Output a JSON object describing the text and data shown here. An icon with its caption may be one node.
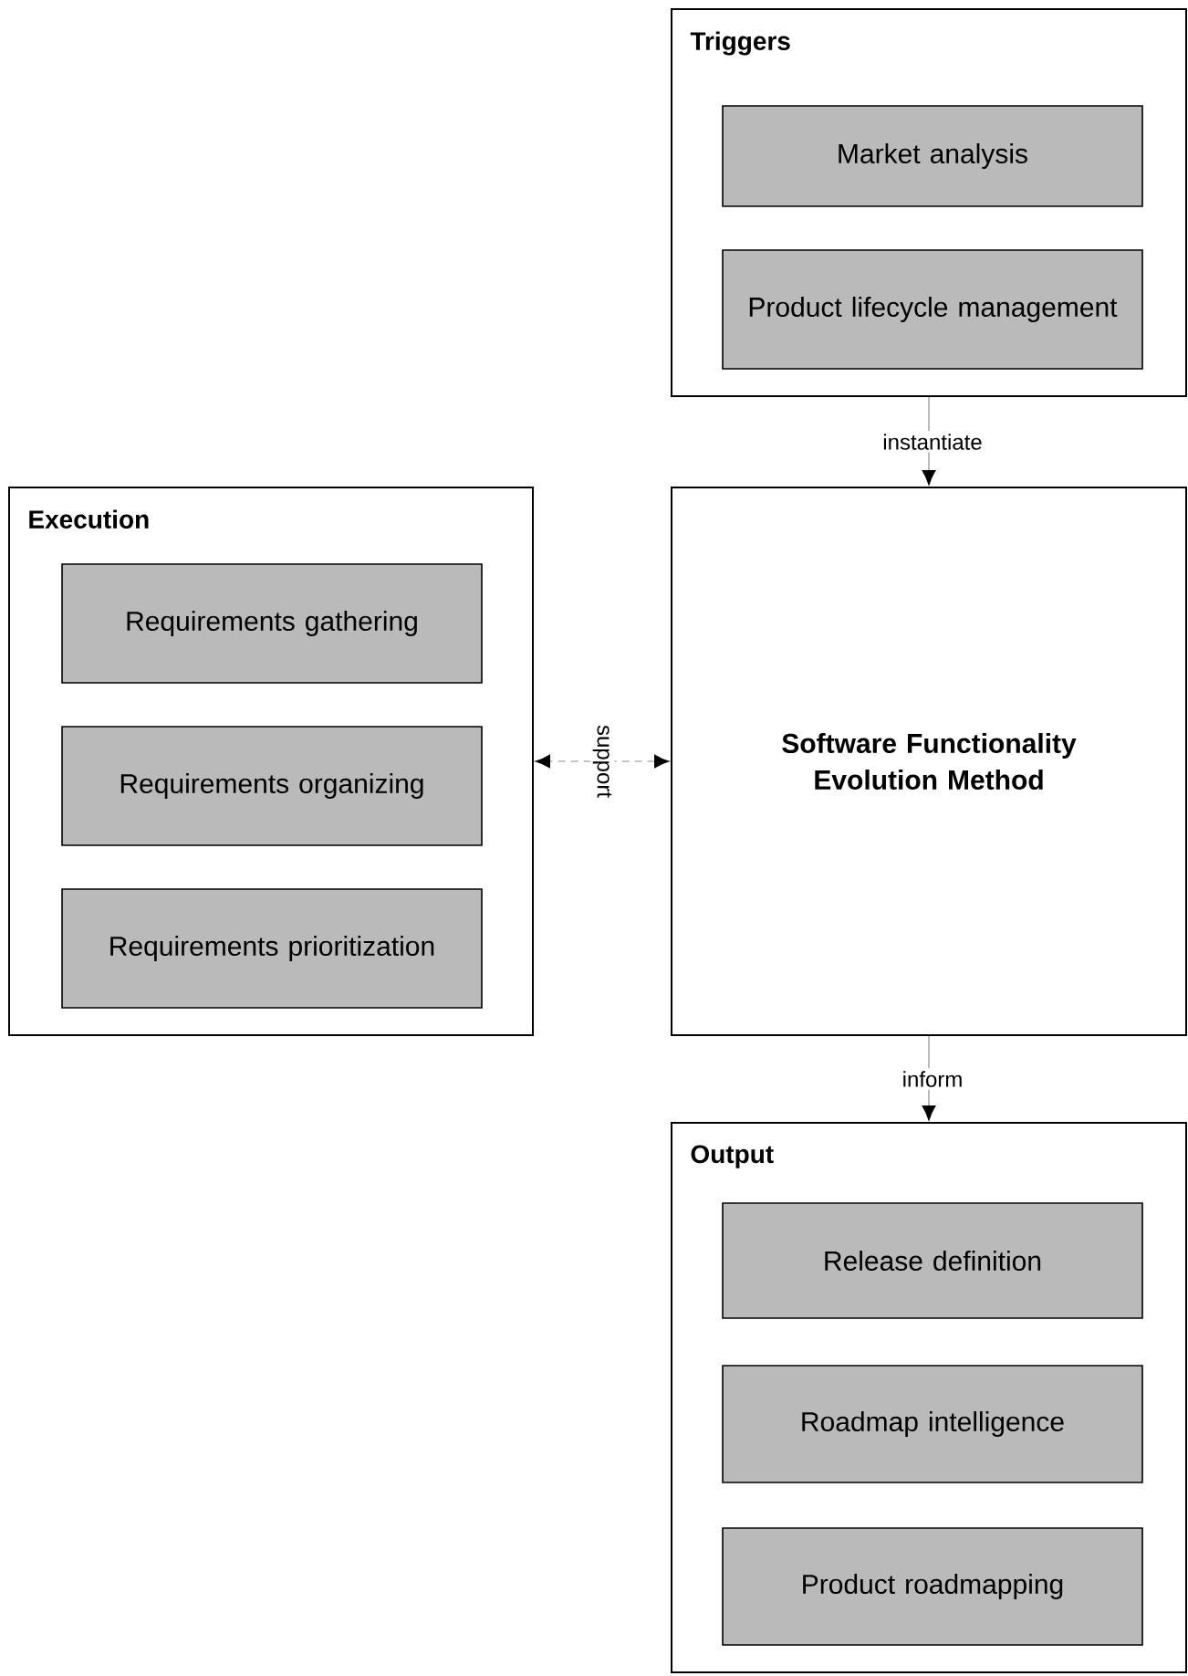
{
  "diagram": {
    "nodes": [
      {
        "text": [
          "Triggers"
        ]
      },
      {
        "text": [
          "Market analysis"
        ],
        "in": 0
      },
      {
        "text": [
          "Product lifecycle management"
        ],
        "in": 0
      },
      {
        "text": [
          "Execution"
        ]
      },
      {
        "text": [
          "Requirements gathering"
        ],
        "in": 3
      },
      {
        "text": [
          "Requirements organizing"
        ],
        "in": 3
      },
      {
        "text": [
          "Requirements prioritization"
        ],
        "in": 3
      },
      {
        "text": [
          "Software Functionality Evolution Method"
        ]
      },
      {
        "text": [
          "Output"
        ]
      },
      {
        "text": [
          "Release definition"
        ],
        "in": 8
      },
      {
        "text": [
          "Roadmap intelligence"
        ],
        "in": 8
      },
      {
        "text": [
          "Product roadmapping"
        ],
        "in": 8
      }
    ],
    "edges": [
      {
        "from": 0,
        "to": 7,
        "arrow": "to",
        "label": "instantiate"
      },
      {
        "from": 7,
        "to": 3,
        "arrow": "both",
        "label": "support",
        "style": "dashed"
      },
      {
        "from": 7,
        "to": 8,
        "arrow": "to",
        "label": "inform"
      }
    ]
  }
}
